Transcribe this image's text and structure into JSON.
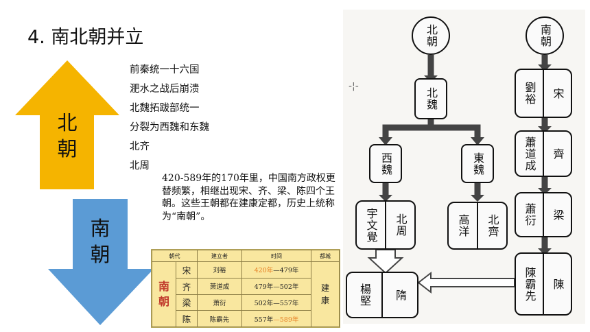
{
  "title": "4. 南北朝并立",
  "north": {
    "label_chars": [
      "北",
      "朝"
    ],
    "color": "#f5b400",
    "events": [
      "前秦统一十六国",
      "淝水之战后崩溃",
      "北魏拓跋部统一",
      "分裂为西魏和东魏",
      "北齐",
      "北周"
    ]
  },
  "south": {
    "label_chars": [
      "南",
      "朝"
    ],
    "color": "#5b9bd5",
    "paragraph": "420-589年的170年里，中国南方政权更替频繁，相继出现宋、齐、梁、陈四个王朝。这些王朝都在建康定都，历史上统称为“南朝”。"
  },
  "table": {
    "headers": [
      "朝代",
      "建立者",
      "时间",
      "都城"
    ],
    "group_label": [
      "南",
      "朝"
    ],
    "capital": [
      "建",
      "康"
    ],
    "rows": [
      {
        "dynasty": "宋",
        "founder": "刘裕",
        "start": "420年",
        "end": "—479年"
      },
      {
        "dynasty": "齐",
        "founder": "萧道成",
        "start": "479年",
        "end": "—502年"
      },
      {
        "dynasty": "梁",
        "founder": "萧衍",
        "start": "502年",
        "end": "—557年"
      },
      {
        "dynasty": "陈",
        "founder": "陈霸先",
        "start": "557年",
        "end": "—589年"
      }
    ]
  },
  "diagram": {
    "north_root": "北朝",
    "south_root": "南朝",
    "beiwei": "北魏",
    "xiwei": "西魏",
    "dongwei": "東魏",
    "yuwenjue": "宇文覺",
    "beizhou": "北周",
    "gaoyang": "高洋",
    "beiqi": "北齊",
    "yangjian": "楊堅",
    "sui": "隋",
    "south_pairs": [
      {
        "founder": "劉裕",
        "dynasty": "宋"
      },
      {
        "founder": "蕭道成",
        "dynasty": "齊"
      },
      {
        "founder": "蕭衍",
        "dynasty": "梁"
      },
      {
        "founder": "陳霸先",
        "dynasty": "陳"
      }
    ]
  }
}
